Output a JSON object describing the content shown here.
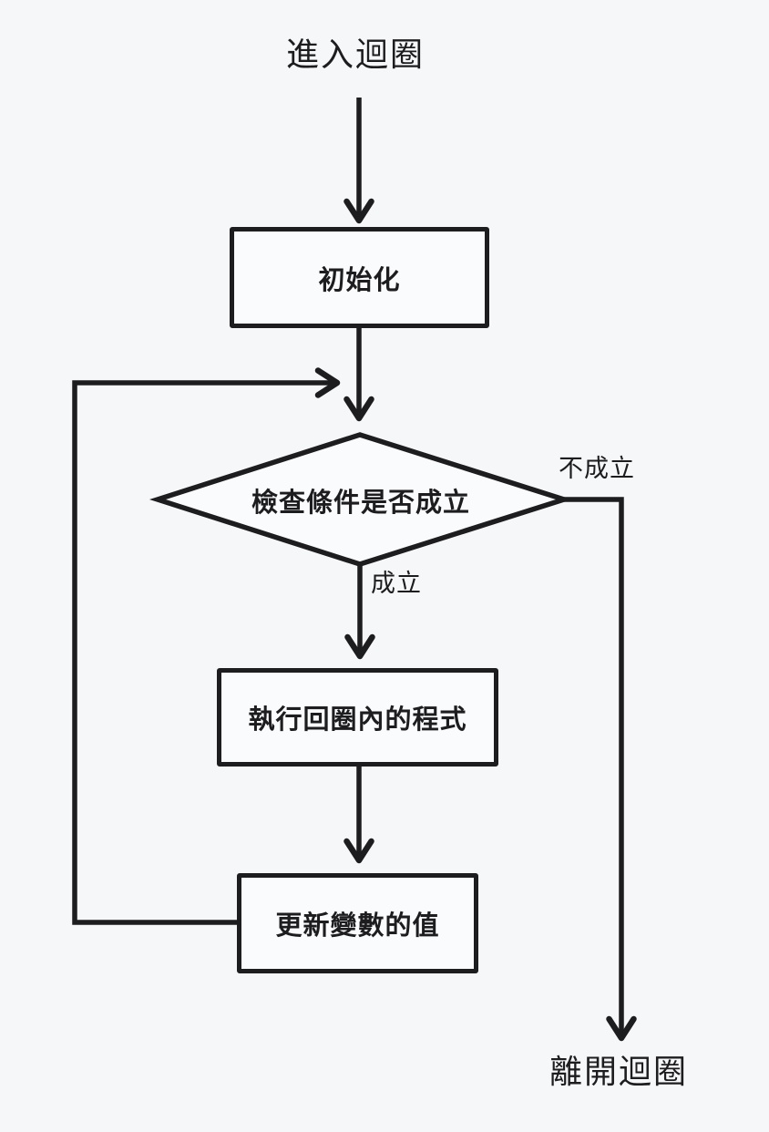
{
  "canvas": {
    "background": "#f6f7f9",
    "stroke_color": "#1d1d1f",
    "node_fill": "#fafbfc",
    "text_color": "#1d1d1f"
  },
  "flow": {
    "entry_label": "進入迴圈",
    "exit_label": "離開迴圈"
  },
  "nodes": {
    "init": "初始化",
    "condition": "檢查條件是否成立",
    "body": "執行回圈內的程式",
    "update": "更新變數的值"
  },
  "edges": {
    "true_label": "成立",
    "false_label": "不成立"
  }
}
